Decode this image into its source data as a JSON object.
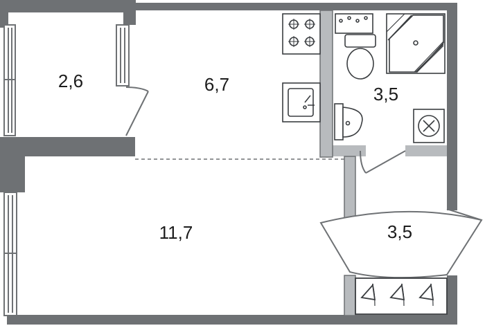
{
  "floor_plan": {
    "rooms": [
      {
        "id": "balcony",
        "area": "2,6"
      },
      {
        "id": "kitchen",
        "area": "6,7"
      },
      {
        "id": "bathroom",
        "area": "3,5"
      },
      {
        "id": "living",
        "area": "11,7"
      },
      {
        "id": "hallway",
        "area": "3,5"
      }
    ],
    "fixtures": [
      "stove-icon",
      "kitchen-sink-icon",
      "toilet-icon",
      "washbasin-icon",
      "shower-tray-icon",
      "washing-machine-icon",
      "wardrobe-hangers-icon"
    ],
    "colors": {
      "wall": "#6e7174",
      "partition": "#b8bbbe",
      "fixture": "#3a3d40",
      "label": "#1c1c1c"
    }
  }
}
